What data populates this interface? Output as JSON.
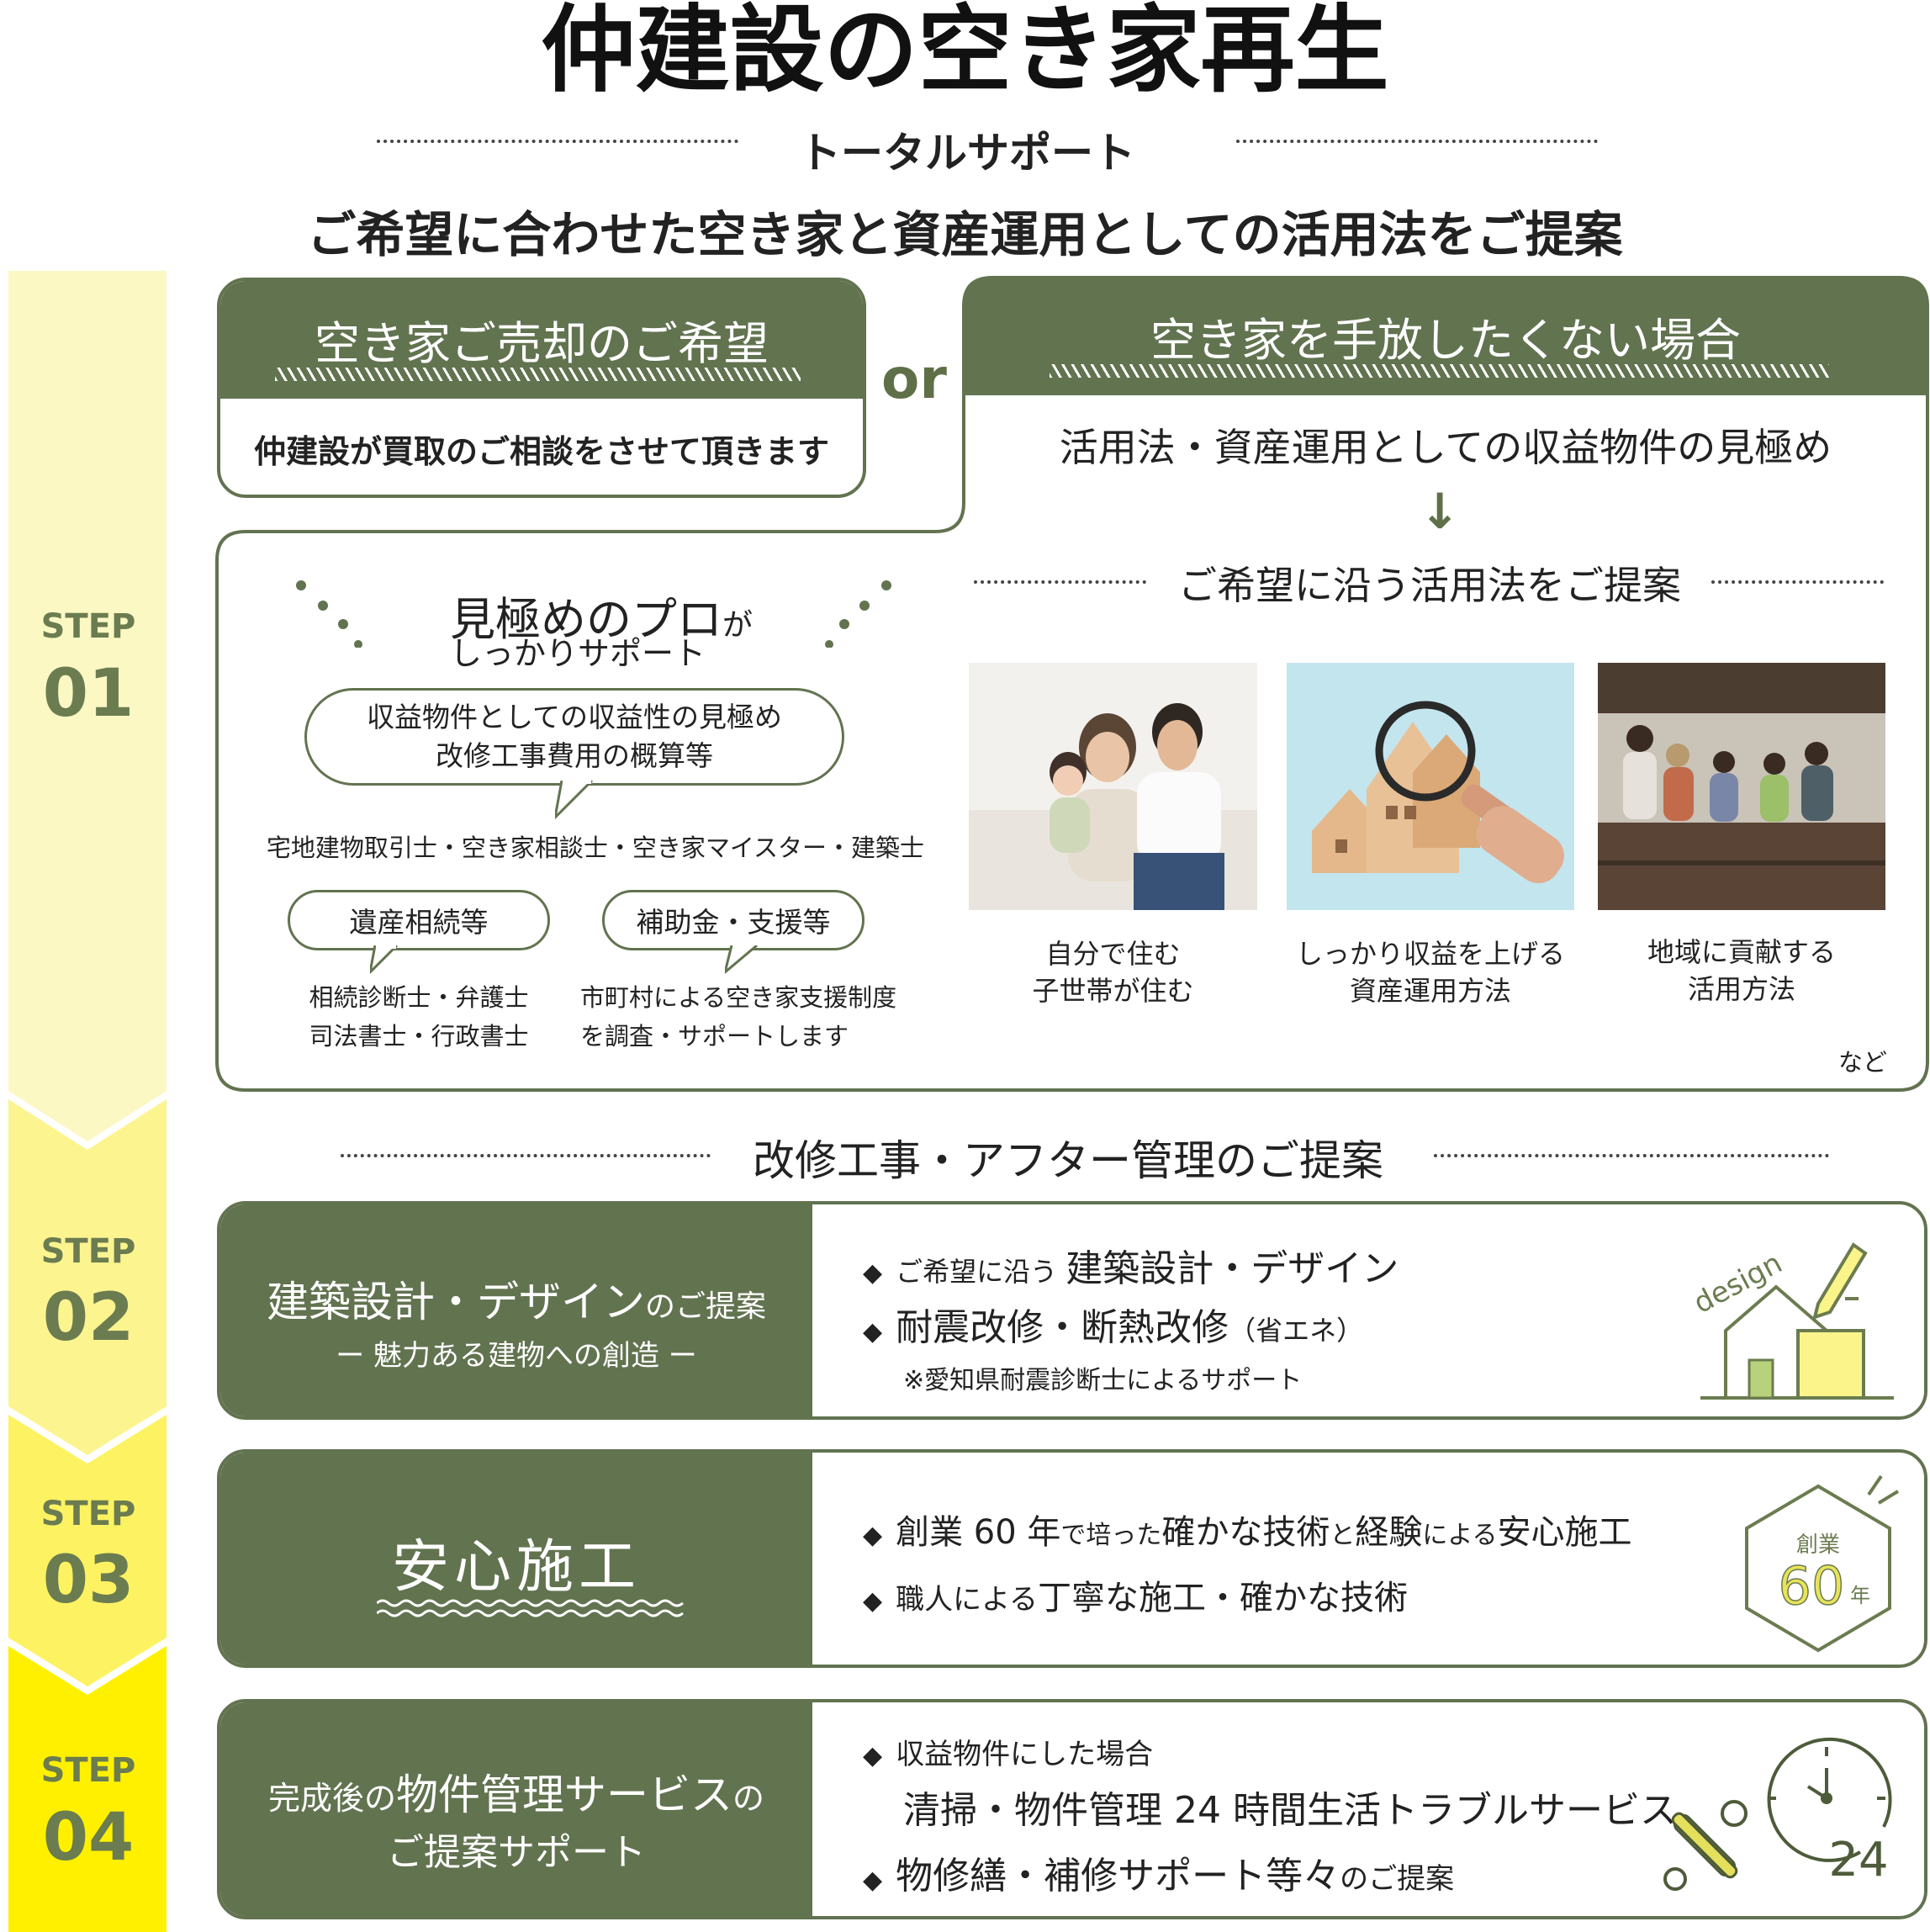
{
  "header": {
    "title": "仲建設の空き家再生",
    "subtitle": "トータルサポート",
    "tagline": "ご希望に合わせた空き家と資産運用としての活用法をご提案"
  },
  "steps": [
    {
      "label": "STEP",
      "num": "01"
    },
    {
      "label": "STEP",
      "num": "02"
    },
    {
      "label": "STEP",
      "num": "03"
    },
    {
      "label": "STEP",
      "num": "04"
    }
  ],
  "step1": {
    "sell": {
      "title": "空き家ご売却のご希望",
      "body": "仲建設が買取のご相談をさせて頂きます"
    },
    "or": "or",
    "keep": {
      "title": "空き家を手放したくない場合",
      "body": "活用法・資産運用としての収益物件の見極め",
      "arrow": "↓",
      "proposal": "ご希望に沿う活用法をご提案"
    },
    "pro": {
      "headline": "見極めのプロ",
      "headline_suffix": "が",
      "sub": "しっかりサポート",
      "bubble1_line1": "収益物件としての収益性の見極め",
      "bubble1_line2": "改修工事費用の概算等",
      "experts1": "宅地建物取引士・空き家相談士・空き家マイスター・建築士",
      "bubble2": "遺産相続等",
      "experts2_line1": "相続診断士・弁護士",
      "experts2_line2": "司法書士・行政書士",
      "bubble3": "補助金・支援等",
      "experts3_line1": "市町村による空き家支援制度",
      "experts3_line2": "を調査・サポートします"
    },
    "photos": [
      {
        "cap1": "自分で住む",
        "cap2": "子世帯が住む"
      },
      {
        "cap1": "しっかり収益を上げる",
        "cap2": "資産運用方法"
      },
      {
        "cap1": "地域に貢献する",
        "cap2": "活用方法"
      }
    ],
    "etc": "など"
  },
  "step2": {
    "section_title": "改修工事・アフター管理のご提案",
    "left_main": "建築設計・デザイン",
    "left_main_suffix": "のご提案",
    "left_sub": "ー 魅力ある建物への創造 ー",
    "item1_pre": "ご希望に沿う",
    "item1_main": "建築設計・デザイン",
    "item2_main": "耐震改修・断熱改修",
    "item2_suffix": "（省エネ）",
    "note": "※愛知県耐震診断士によるサポート",
    "icon_text": "design"
  },
  "step3": {
    "left_main": "安心施工",
    "item1_a": "創業 60 年",
    "item1_b": "で培った",
    "item1_c": "確かな技術",
    "item1_d": "と",
    "item1_e": "経験",
    "item1_f": "による",
    "item1_g": "安心施工",
    "item2_a": "職人による",
    "item2_b": "丁寧な施工・確かな技術",
    "badge_top": "創業",
    "badge_num": "60",
    "badge_unit": "年"
  },
  "step4": {
    "left_line1_a": "完成後の",
    "left_line1_b": "物件管理サービス",
    "left_line1_c": "の",
    "left_line2": "ご提案サポート",
    "item1_a": "収益物件にした場合",
    "item1_b": "清掃・物件管理 24 時間生活トラブルサービス",
    "item2_a": "物修繕・補修サポート等々",
    "item2_b": "のご提案",
    "clock_num": "24"
  },
  "colors": {
    "green": "#627350",
    "olive_text": "#5f7049",
    "step_band_top": "#fbf8c4",
    "step_band_bottom": "#fff000"
  }
}
